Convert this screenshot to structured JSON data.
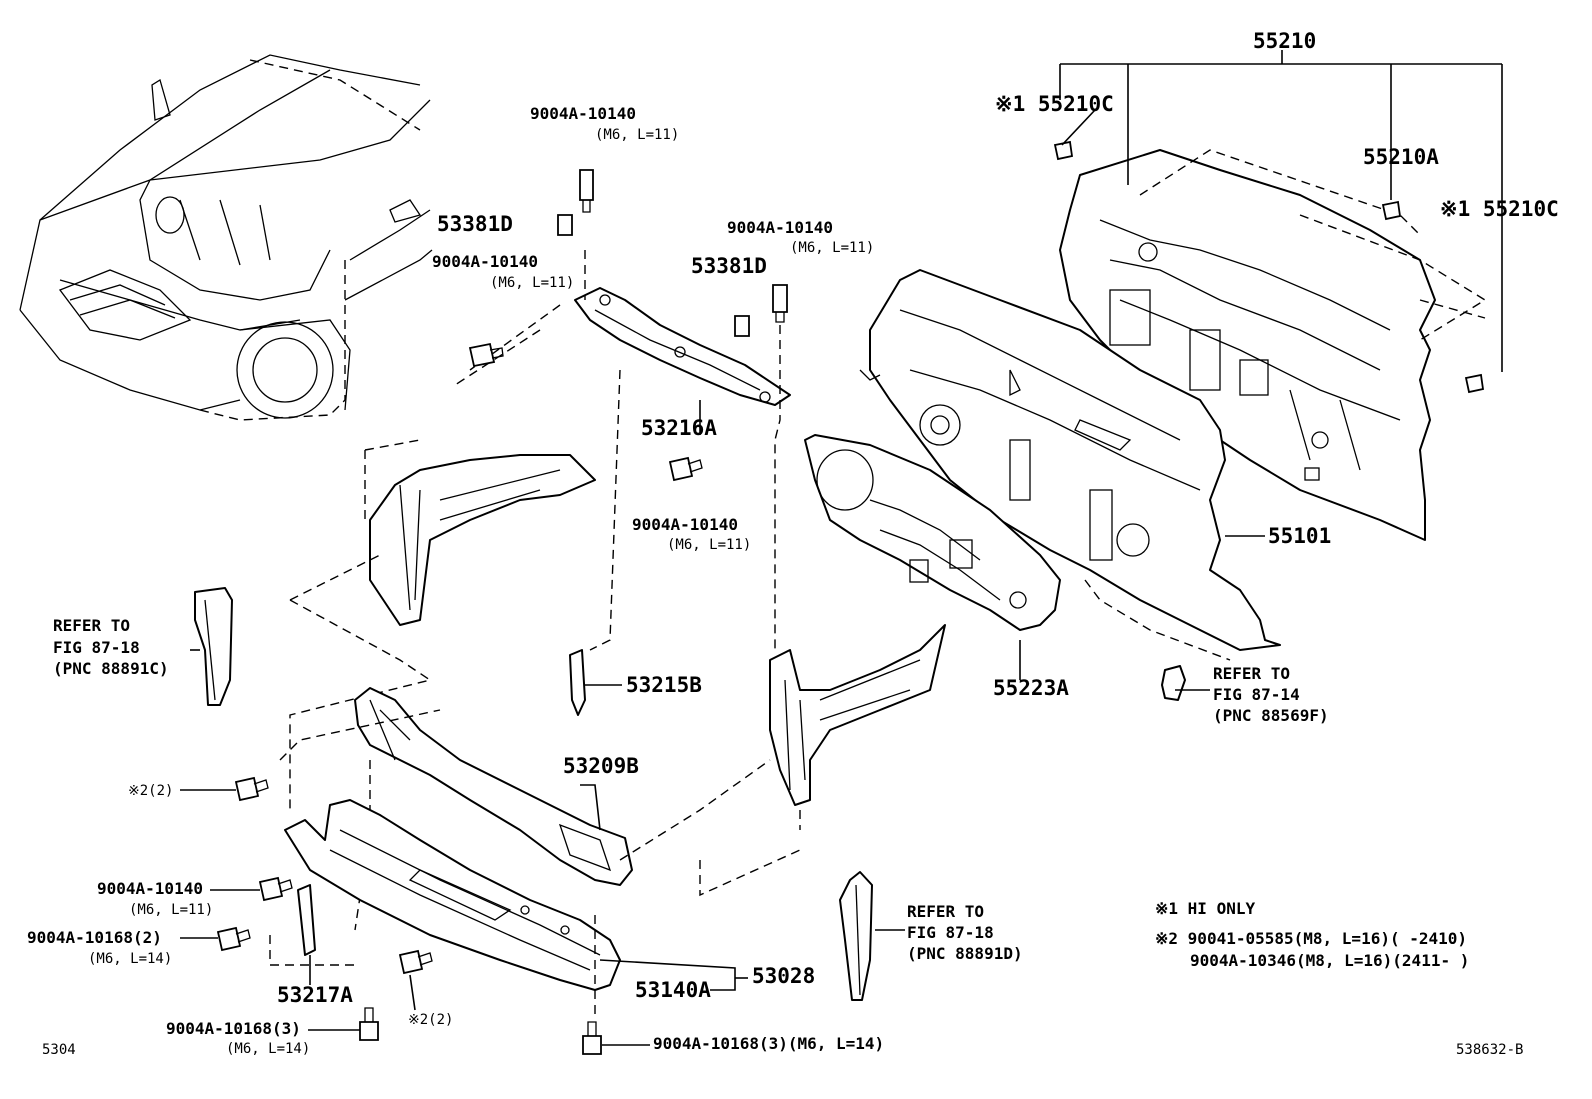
{
  "labels": {
    "p55210": "55210",
    "p55210c_top": "※1 55210C",
    "p55210a": "55210A",
    "p55210c_right": "※1 55210C",
    "b_top_center_pn": "9004A-10140",
    "b_top_center_spec": "(M6, L=11)",
    "p53381d_left": "53381D",
    "b_left_pn": "9004A-10140",
    "b_left_spec": "(M6, L=11)",
    "b_right_pn": "9004A-10140",
    "b_right_spec": "(M6, L=11)",
    "p53381d_right": "53381D",
    "p53216a": "53216A",
    "b_mid_pn": "9004A-10140",
    "b_mid_spec": "(M6, L=11)",
    "p55101": "55101",
    "p55223a": "55223A",
    "ref_left_1": "REFER TO",
    "ref_left_2": "FIG 87-18",
    "ref_left_3": "(PNC 88891C)",
    "ref_right_1": "REFER TO",
    "ref_right_2": "FIG 87-14",
    "ref_right_3": "(PNC 88569F)",
    "p53215b": "53215B",
    "p53209b": "53209B",
    "note2_a": "※2(2)",
    "b_low1_pn": "9004A-10140",
    "b_low1_spec": "(M6, L=11)",
    "b_low2_pn": "9004A-10168(2)",
    "b_low2_spec": "(M6, L=14)",
    "p53217a": "53217A",
    "b_low3_pn": "9004A-10168(3)",
    "b_low3_spec": "(M6, L=14)",
    "note2_b": "※2(2)",
    "p53140a": "53140A",
    "p53028": "53028",
    "b_bottom": "9004A-10168(3)(M6, L=14)",
    "ref_bot_1": "REFER TO",
    "ref_bot_2": "FIG 87-18",
    "ref_bot_3": "(PNC 88891D)",
    "note1": "※1 HI ONLY",
    "note2_line1": "※2  90041-05585(M8, L=16)(      -2410)",
    "note2_line2": "9004A-10346(M8, L=16)(2411-      )",
    "code_left": "5304",
    "code_right": "538632-B"
  }
}
